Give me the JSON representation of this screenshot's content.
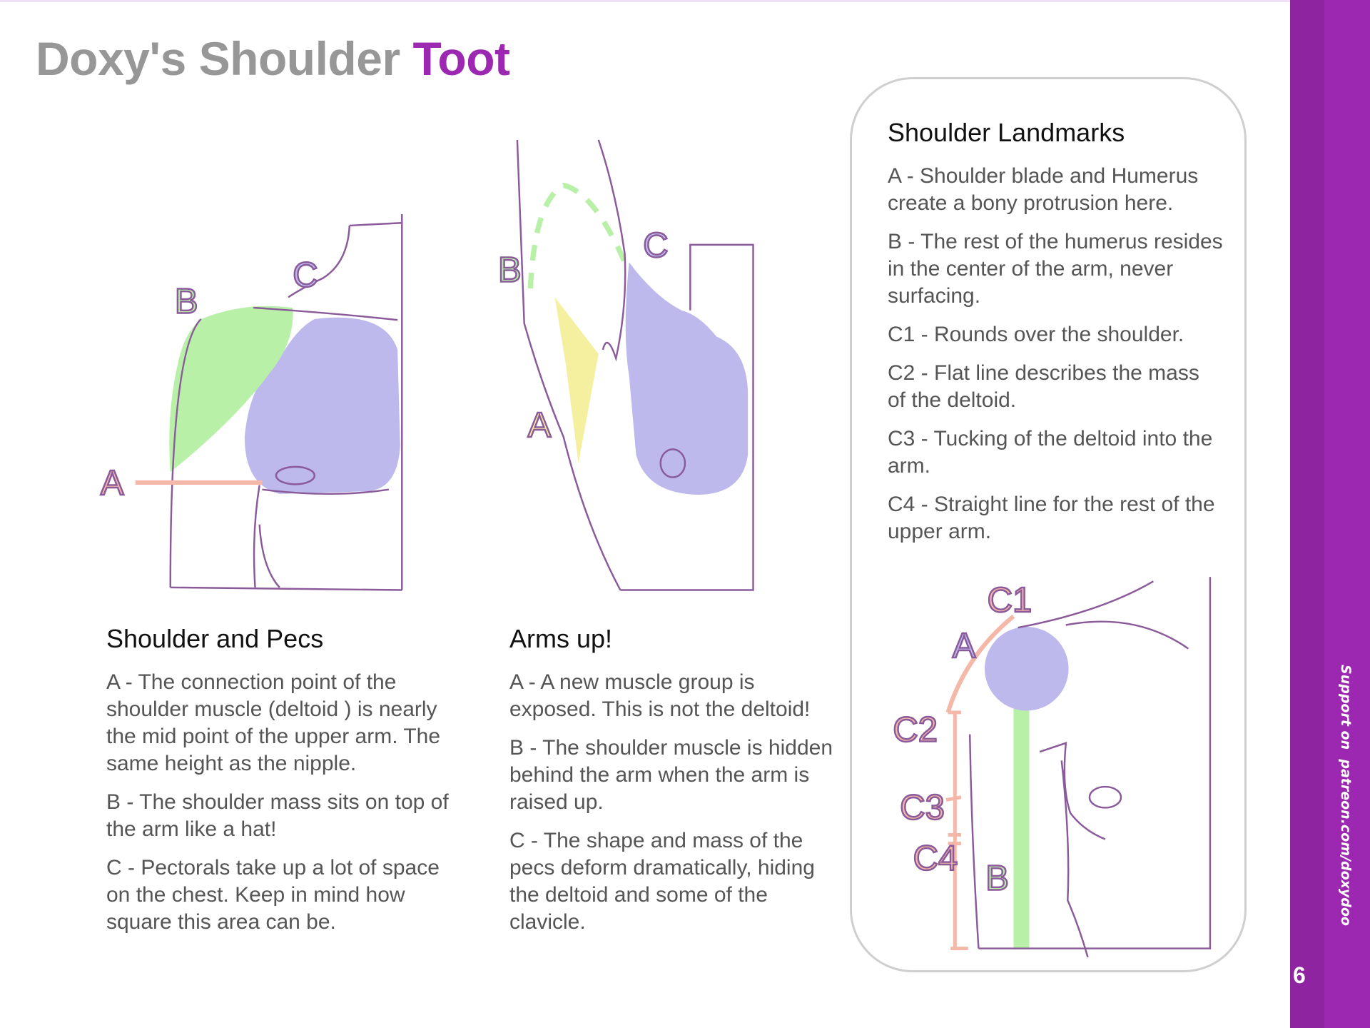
{
  "title": {
    "main": "Doxy's Shoulder ",
    "accent": "Toot"
  },
  "colors": {
    "accent": "#9c27b0",
    "sidebar_dark": "#8e24a0",
    "green": "#b9f0a8",
    "purple": "#bdb9ec",
    "pink": "#f4b8a8",
    "yellow": "#f5f0a0"
  },
  "sections": [
    {
      "heading": "Shoulder and Pecs",
      "paragraphs": [
        "A -  The connection point of the shoulder muscle (deltoid ) is nearly the mid point of the upper arm. The same height as the nipple.",
        "B - The shoulder mass sits on top of the arm like a hat!",
        "C - Pectorals take up a lot of space on the chest. Keep in mind how square this area can be."
      ]
    },
    {
      "heading": "Arms up!",
      "paragraphs": [
        "A -  A new muscle group is exposed. This is not the deltoid!",
        "B - The shoulder muscle is hidden behind the arm when the arm is raised up.",
        "C - The shape and mass of the pecs deform dramatically, hiding the deltoid and some of the clavicle."
      ]
    },
    {
      "heading": "Shoulder Landmarks",
      "paragraphs": [
        "A - Shoulder blade and Humerus create a bony protrusion here.",
        "B - The rest of the humerus resides in the center of the arm, never surfacing.",
        "C1 - Rounds over the shoulder.",
        "C2 - Flat line describes the mass of the deltoid.",
        "C3 - Tucking of the deltoid into the arm.",
        "C4 - Straight line for the rest of the upper arm."
      ]
    }
  ],
  "drawing_labels": {
    "d1": {
      "a": "A",
      "b": "B",
      "c": "C"
    },
    "d2": {
      "a": "A",
      "b": "B",
      "c": "C"
    },
    "d3": {
      "a": "A",
      "b": "B",
      "c1": "C1",
      "c2": "C2",
      "c3": "C3",
      "c4": "C4"
    }
  },
  "sidebar": {
    "support_text": "Support on  patreon.com/doxydoo",
    "page_number": "6"
  }
}
